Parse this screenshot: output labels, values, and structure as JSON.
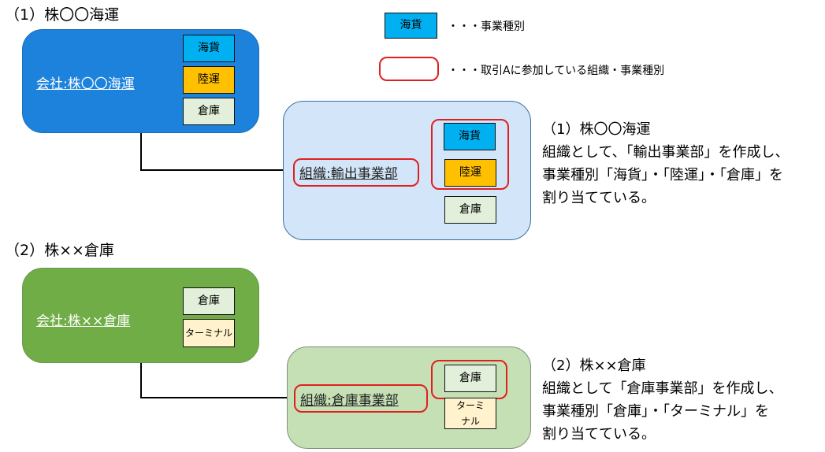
{
  "sections": [
    {
      "heading": "（1）株〇〇海運",
      "company": {
        "label": "会社:株〇〇海運",
        "color": "#1c82dc",
        "business_types": [
          "海貨",
          "陸運",
          "倉庫"
        ]
      },
      "organization": {
        "label": "組織:輸出事業部",
        "color": "#d3e5f8",
        "participating_business_types": [
          "海貨",
          "陸運"
        ],
        "other_business_types": [
          "倉庫"
        ]
      },
      "description": {
        "title": "（1）株〇〇海運",
        "lines": [
          "組織として、「輸出事業部」を作成し、",
          "事業種別「海貨」・「陸運」・「倉庫」を",
          "割り当てている。"
        ]
      }
    },
    {
      "heading": "（2）株××倉庫",
      "company": {
        "label": "会社:株××倉庫",
        "color": "#70ad47",
        "business_types": [
          "倉庫",
          "ターミナル"
        ]
      },
      "organization": {
        "label": "組織:倉庫事業部",
        "color": "#c5e0b4",
        "participating_business_types": [
          "倉庫"
        ],
        "other_business_types": [
          "ターミナル"
        ]
      },
      "description": {
        "title": "（2）株××倉庫",
        "lines": [
          "組織として「倉庫事業部」を作成し、",
          "事業種別「倉庫」・「ターミナル」を",
          "割り当てている。"
        ]
      }
    }
  ],
  "legend": {
    "business_type_sample": "海貨",
    "business_type_text": "・・・事業種別",
    "red_frame_text": "・・・取引Aに参加している組織・事業種別"
  },
  "colors": {
    "kaika": "#00b0f0",
    "rikuun": "#ffc000",
    "souko": "#e2efda",
    "terminal": "#fff2cc",
    "highlight_frame": "#e02020"
  }
}
